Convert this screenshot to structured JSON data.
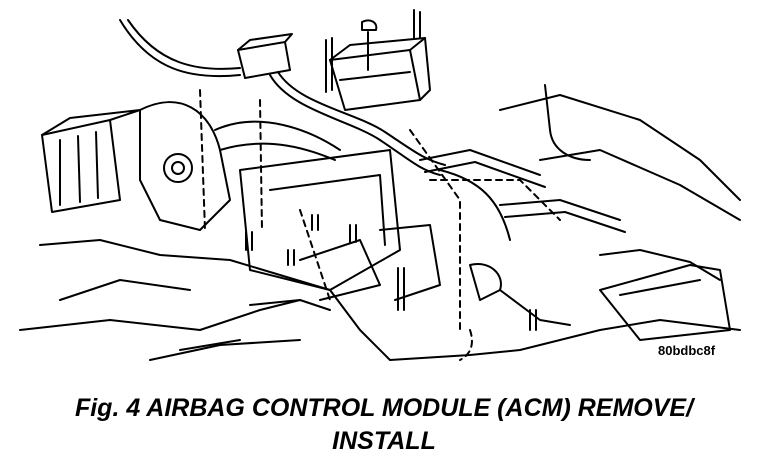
{
  "figure": {
    "reference_code": "80bdbc8f",
    "caption_line_1": "Fig. 4 AIRBAG CONTROL MODULE (ACM) REMOVE/",
    "caption_line_2": "INSTALL"
  },
  "colors": {
    "ink": "#000000",
    "paper": "#ffffff"
  }
}
